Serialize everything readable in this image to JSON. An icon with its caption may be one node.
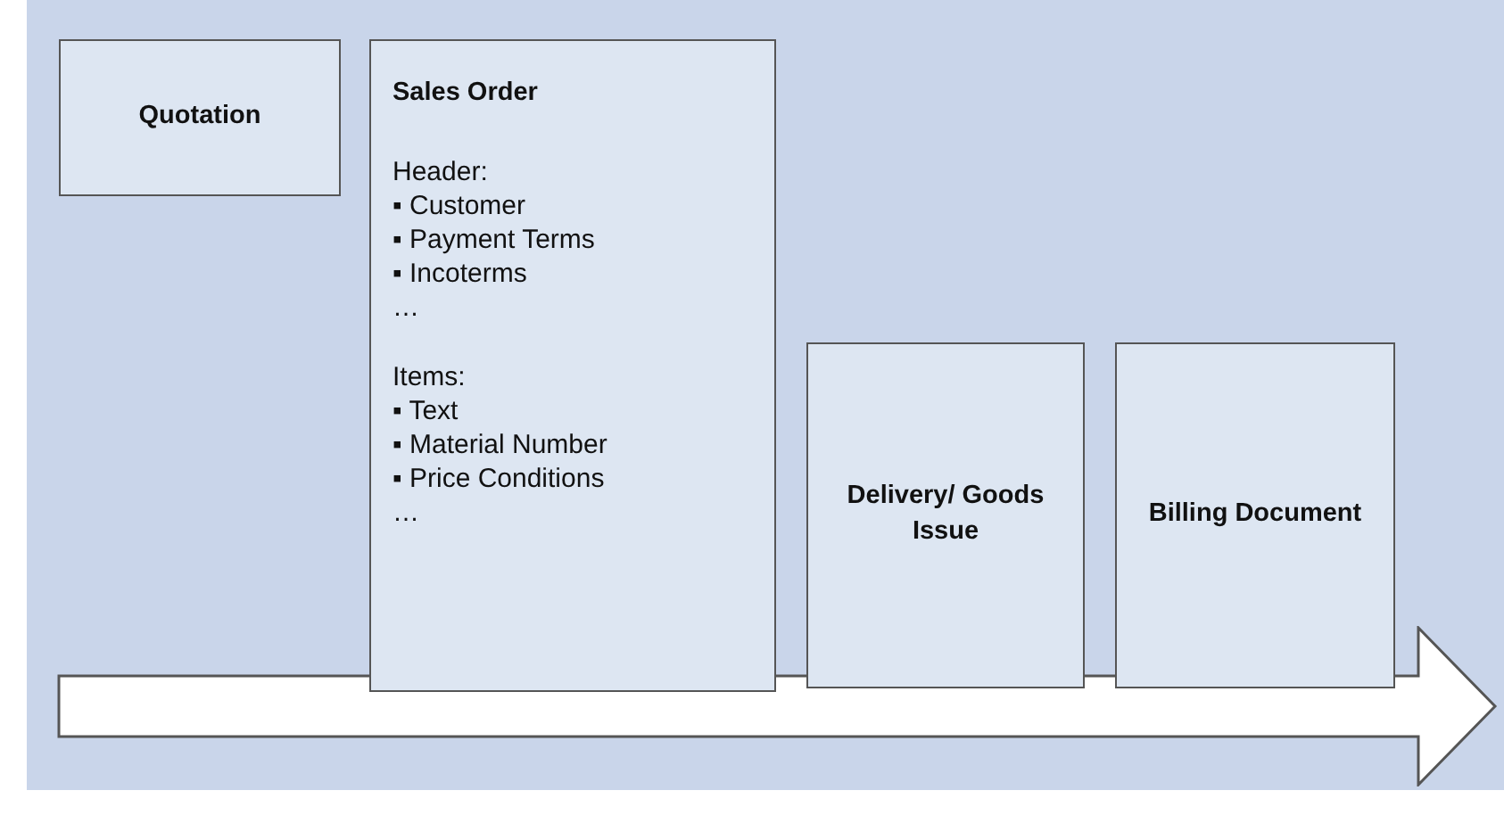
{
  "diagram": {
    "nodes": [
      {
        "text": [
          "Quotation"
        ]
      },
      {
        "text": [
          "Sales Order",
          "Header:",
          "▪ Customer",
          "▪ Payment Terms",
          "▪ Incoterms",
          "…",
          "Items:",
          "▪ Text",
          "▪ Material Number",
          "▪ Price Conditions",
          "…"
        ]
      },
      {
        "text": [
          "Delivery/ Goods Issue"
        ]
      },
      {
        "text": [
          "Billing Document"
        ]
      }
    ]
  }
}
